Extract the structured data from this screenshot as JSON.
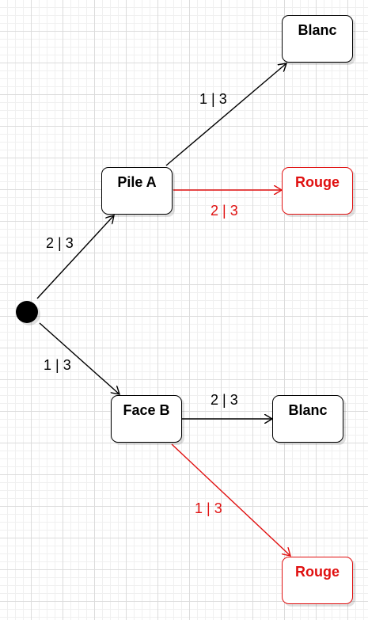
{
  "diagram": {
    "nodes": {
      "pile_a": {
        "label": "Pile A"
      },
      "face_b": {
        "label": "Face B"
      },
      "blanc_top": {
        "label": "Blanc"
      },
      "rouge_top": {
        "label": "Rouge"
      },
      "blanc_bottom": {
        "label": "Blanc"
      },
      "rouge_bottom": {
        "label": "Rouge"
      }
    },
    "edges": {
      "start_to_pile_a": {
        "label": "2 | 3"
      },
      "start_to_face_b": {
        "label": "1 | 3"
      },
      "pile_a_to_blanc": {
        "label": "1 | 3"
      },
      "pile_a_to_rouge": {
        "label": "2 | 3"
      },
      "face_b_to_blanc": {
        "label": "2 | 3"
      },
      "face_b_to_rouge": {
        "label": "1 | 3"
      }
    },
    "colors": {
      "default": "#000000",
      "highlight": "#e01010"
    }
  }
}
